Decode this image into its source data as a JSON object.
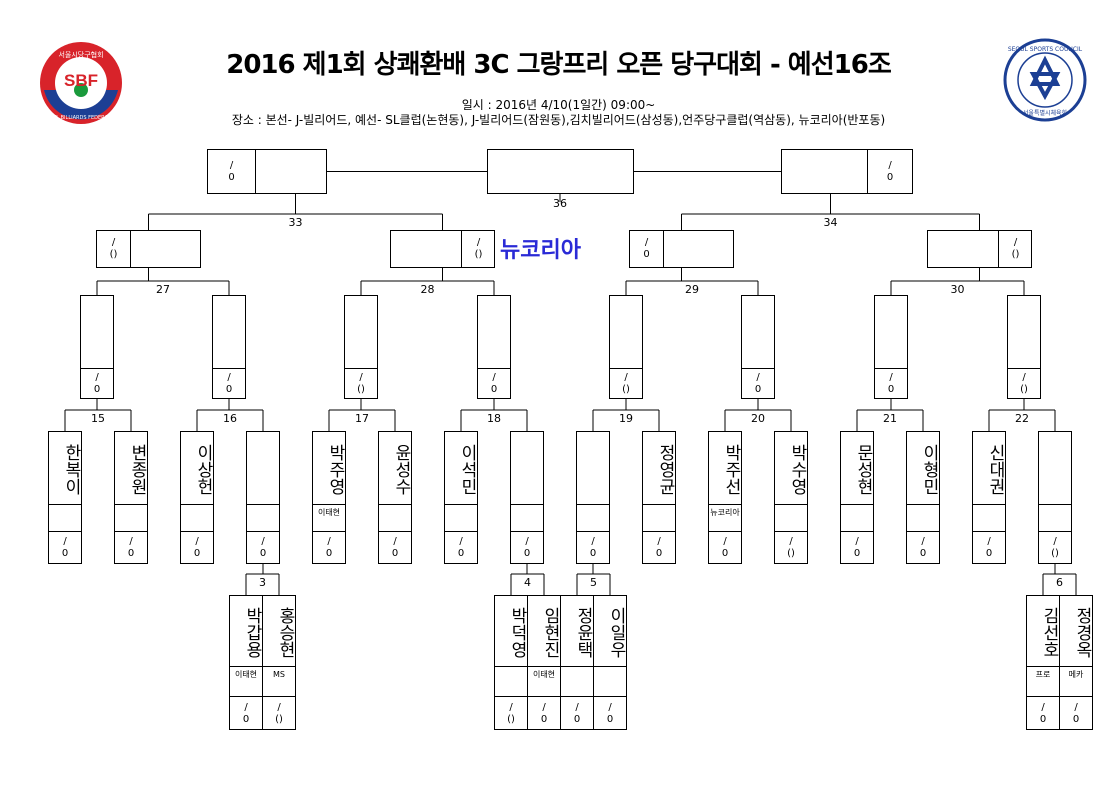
{
  "header": {
    "title": "2016 제1회 상쾌환배 3C 그랑프리 오픈 당구대회 - 예선16조",
    "date": "일시 : 2016년 4/10(1일간) 09:00~",
    "venue": "장소 : 본선- J-빌리어드, 예선- SL클럽(논현동), J-빌리어드(잠원동),김치빌리어드(삼성동),언주당구클럽(역삼동), 뉴코리아(반포동)",
    "highlight": "뉴코리아"
  },
  "logos": {
    "left_letters": "SBF",
    "left_ring_text": "SEOUL BILLIARDS FEDERATION",
    "left_top_text": "서울시당구협회",
    "right_ring_text": "SEOUL SPORTS COUNCIL",
    "right_bottom_text": "서울특별시체육회"
  },
  "final": {
    "number": "36",
    "left_score": [
      "/",
      "0"
    ],
    "right_score": [
      "/",
      "0"
    ]
  },
  "semis": [
    {
      "number": "33",
      "left_score": [
        "/",
        "()"
      ],
      "right_score": [
        "/",
        "()"
      ]
    },
    {
      "number": "34",
      "left_score": [
        "/",
        "0"
      ],
      "right_score": [
        "/",
        "()"
      ]
    }
  ],
  "quarters": [
    "27",
    "28",
    "29",
    "30"
  ],
  "round16": [
    "15",
    "16",
    "17",
    "18",
    "19",
    "20",
    "21",
    "22"
  ],
  "r16_scores": [
    [
      "/",
      "0"
    ],
    [
      "/",
      "0"
    ],
    [
      "/",
      "()"
    ],
    [
      "/",
      "0"
    ],
    [
      "/",
      "()"
    ],
    [
      "/",
      "0"
    ],
    [
      "/",
      "0"
    ],
    [
      "/",
      "()"
    ]
  ],
  "players": [
    {
      "name": "한복이",
      "club": "",
      "score": [
        "/",
        "0"
      ]
    },
    {
      "name": "변종원",
      "club": "",
      "score": [
        "/",
        "0"
      ]
    },
    {
      "name": "이상헌",
      "club": "",
      "score": [
        "/",
        "0"
      ]
    },
    {
      "name": "",
      "club": "",
      "score": [
        "/",
        "0"
      ]
    },
    {
      "name": "박주영",
      "club": "이태현",
      "score": [
        "/",
        "0"
      ]
    },
    {
      "name": "윤성수",
      "club": "",
      "score": [
        "/",
        "0"
      ]
    },
    {
      "name": "이석민",
      "club": "",
      "score": [
        "/",
        "0"
      ]
    },
    {
      "name": "",
      "club": "",
      "score": [
        "/",
        "0"
      ]
    },
    {
      "name": "",
      "club": "",
      "score": [
        "/",
        "0"
      ]
    },
    {
      "name": "정영균",
      "club": "",
      "score": [
        "/",
        "0"
      ]
    },
    {
      "name": "박주선",
      "club": "뉴코리아",
      "score": [
        "/",
        "0"
      ]
    },
    {
      "name": "박수영",
      "club": "",
      "score": [
        "/",
        "()"
      ]
    },
    {
      "name": "문성현",
      "club": "",
      "score": [
        "/",
        "0"
      ]
    },
    {
      "name": "이형민",
      "club": "",
      "score": [
        "/",
        "0"
      ]
    },
    {
      "name": "신대권",
      "club": "",
      "score": [
        "/",
        "0"
      ]
    },
    {
      "name": "",
      "club": "",
      "score": [
        "/",
        "()"
      ]
    }
  ],
  "prelims": [
    {
      "number": "3",
      "a": {
        "name": "박갑용",
        "club": "이태현",
        "score": [
          "/",
          "0"
        ]
      },
      "b": {
        "name": "홍승현",
        "club": "MS",
        "score": [
          "/",
          "()"
        ]
      }
    },
    {
      "number": "4",
      "a": {
        "name": "박덕영",
        "club": "",
        "score": [
          "/",
          "()"
        ]
      },
      "b": {
        "name": "임현진",
        "club": "이태현",
        "score": [
          "/",
          "0"
        ]
      }
    },
    {
      "number": "5",
      "a": {
        "name": "정윤택",
        "club": "",
        "score": [
          "/",
          "0"
        ]
      },
      "b": {
        "name": "이일우",
        "club": "",
        "score": [
          "/",
          "0"
        ]
      }
    },
    {
      "number": "6",
      "a": {
        "name": "김선호",
        "club": "프로",
        "score": [
          "/",
          "0"
        ]
      },
      "b": {
        "name": "정경옥",
        "club": "메카",
        "score": [
          "/",
          "0"
        ]
      }
    }
  ],
  "colors": {
    "highlight": "#2a2ad6",
    "logo_red": "#d8232a",
    "logo_blue": "#1c3f94",
    "logo_yellow": "#f2c200",
    "logo_green": "#1a9a3c"
  }
}
